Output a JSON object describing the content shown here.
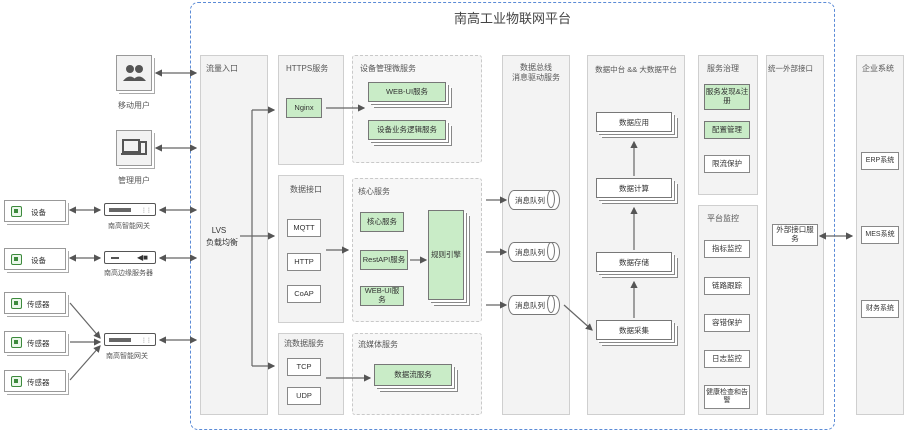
{
  "title": "南高工业物联网平台",
  "users": {
    "mobile": "移动用户",
    "admin": "管理用户"
  },
  "left_devices": {
    "device1": "设备",
    "gateway1": "南高智能网关",
    "device2": "设备",
    "edge": "南高边缘服务器",
    "sensor1": "传感器",
    "sensor2": "传感器",
    "sensor3": "传感器",
    "gateway2": "南高智能网关"
  },
  "traffic": {
    "label": "流量入口",
    "lvs": "LVS",
    "lb": "负载均衡"
  },
  "https": {
    "label": "HTTPS服务",
    "nginx": "Nginx"
  },
  "device_mgmt": {
    "label": "设备管理微服务",
    "web": "WEB-UI服务",
    "biz": "设备业务逻辑服务"
  },
  "data_interface": {
    "label": "数据接口",
    "items": [
      "MQTT",
      "HTTP",
      "CoAP"
    ]
  },
  "core": {
    "label": "核心服务",
    "core_service": "核心服务",
    "rest": "RestAPI服务",
    "webui": "WEB-UI服务",
    "rule": "规则引擎"
  },
  "stream_data": {
    "label": "流数据服务",
    "items": [
      "TCP",
      "UDP"
    ]
  },
  "mid": {
    "label": "流媒体服务",
    "stream": "数据流服务"
  },
  "bus": {
    "label1": "数据总线",
    "label2": "消息驱动服务",
    "queues": [
      "消息队列",
      "消息队列",
      "消息队列"
    ]
  },
  "bigdata": {
    "label": "数据中台 && 大数据平台",
    "items": [
      "数据应用",
      "数据计算",
      "数据存储",
      "数据采集"
    ]
  },
  "governance": {
    "label": "服务治理",
    "items": [
      "服务发现&注册",
      "配置管理",
      "限流保护"
    ]
  },
  "monitor": {
    "label": "平台监控",
    "items": [
      "指标监控",
      "链路跟踪",
      "容错保护",
      "日志监控",
      "健康检查和告警"
    ]
  },
  "external": {
    "label": "统一外部接口",
    "service": "外部接口服务"
  },
  "enterprise": {
    "label": "企业系统",
    "items": [
      "ERP系统",
      "MES系统",
      "财务系统"
    ]
  }
}
